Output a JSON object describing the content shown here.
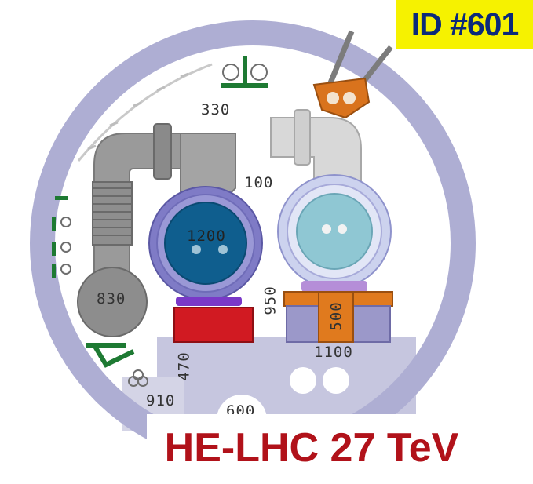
{
  "badge": {
    "text": "ID #601"
  },
  "title": {
    "text": "HE-LHC 27 TeV"
  },
  "dimensions": {
    "d330": "330",
    "d100": "100",
    "d1200": "1200",
    "d830": "830",
    "d950": "950",
    "d500": "500",
    "d470": "470",
    "d1100": "1100",
    "d910": "910",
    "d600": "600"
  },
  "colors": {
    "tunnel_ring": "#aeaed3",
    "tunnel_floor": "#c6c6df",
    "cryostat_outer": "#8a86c8",
    "magnet_blue": "#0f5e8e",
    "magnet_light": "#8fc7d3",
    "pipe_gray": "#9a9a9a",
    "pipe_light": "#d8d8d8",
    "support_red": "#d11a22",
    "support_orange": "#e07a1e",
    "accent_green": "#1e7a33",
    "badge_yellow": "#f6f200",
    "title_red": "#b1121a"
  }
}
